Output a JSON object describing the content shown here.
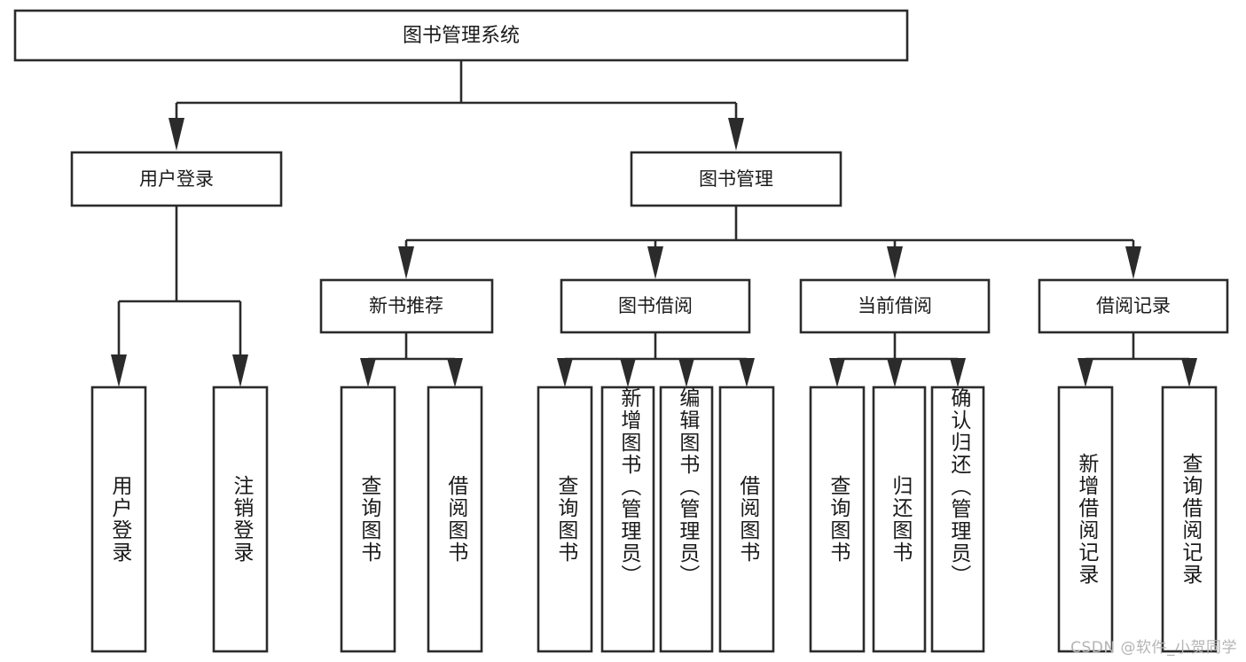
{
  "diagram": {
    "type": "tree-hierarchy",
    "title": "图书管理系统",
    "watermark": "CSDN @软件_小贺同学",
    "colors": {
      "stroke": "#2b2b2b",
      "fill": "#ffffff",
      "text": "#1a1a1a",
      "watermark": "#b4b4b4"
    },
    "root": {
      "label": "图书管理系统"
    },
    "level2": [
      {
        "label": "用户登录"
      },
      {
        "label": "图书管理"
      }
    ],
    "level3": [
      {
        "label": "新书推荐"
      },
      {
        "label": "图书借阅"
      },
      {
        "label": "当前借阅"
      },
      {
        "label": "借阅记录"
      }
    ],
    "leaves": {
      "user_login": [
        {
          "label": "用户登录"
        },
        {
          "label": "注销登录"
        }
      ],
      "new_book_recommend": [
        {
          "label": "查询图书"
        },
        {
          "label": "借阅图书"
        }
      ],
      "book_borrow": [
        {
          "label": "查询图书"
        },
        {
          "label": "新增图书（管理员）"
        },
        {
          "label": "编辑图书（管理员）"
        },
        {
          "label": "借阅图书"
        }
      ],
      "current_borrow": [
        {
          "label": "查询图书"
        },
        {
          "label": "归还图书"
        },
        {
          "label": "确认归还（管理员）"
        }
      ],
      "borrow_record": [
        {
          "label": "新增借阅记录"
        },
        {
          "label": "查询借阅记录"
        }
      ]
    }
  }
}
